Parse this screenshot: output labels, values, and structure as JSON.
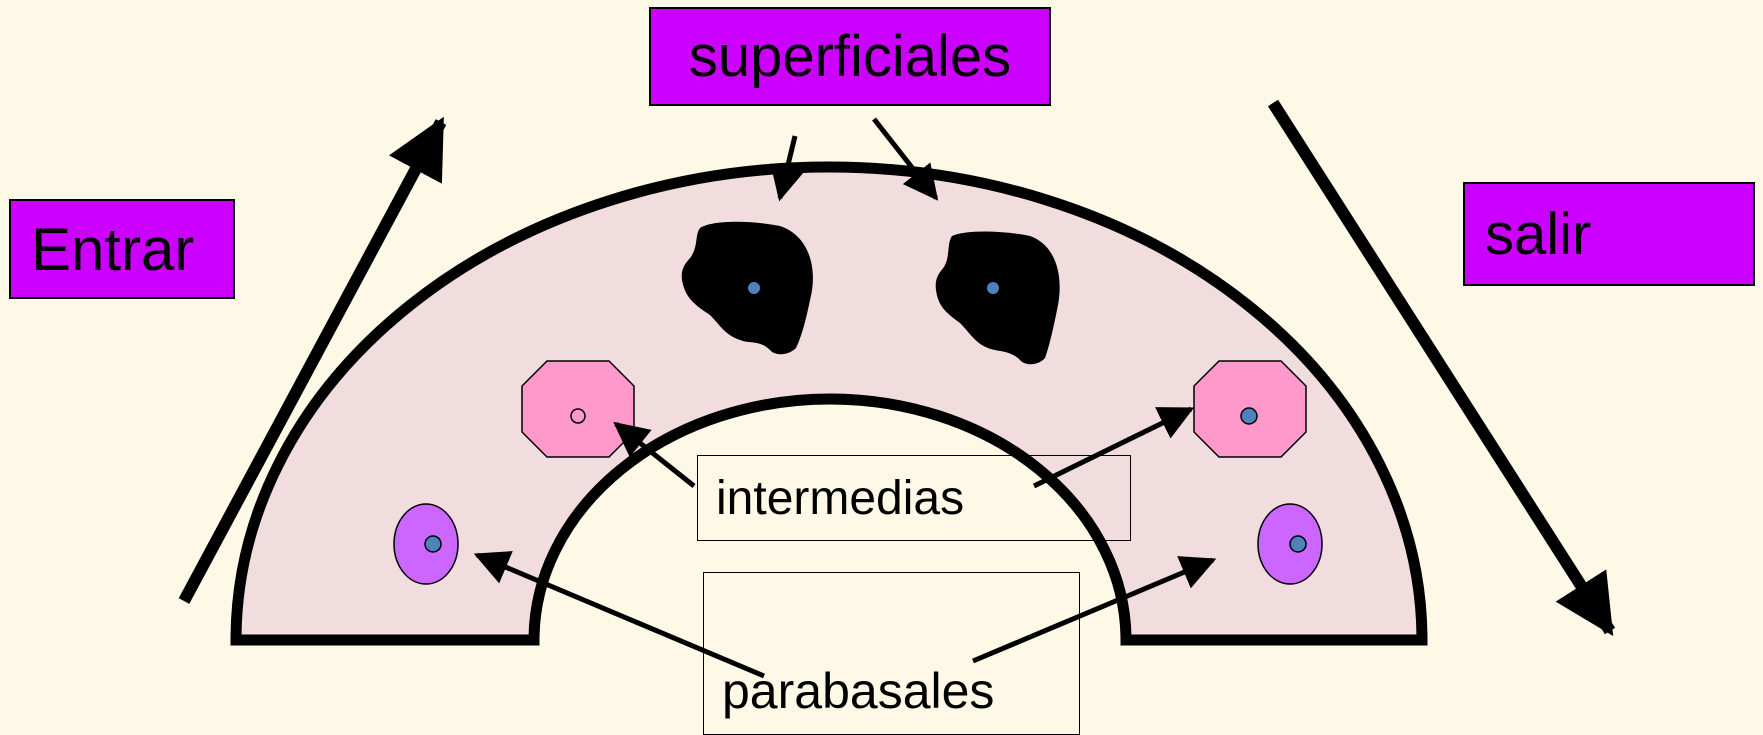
{
  "labels": {
    "superficiales": "superficiales",
    "entrar": "Entrar",
    "salir": "salir",
    "intermedias": "intermedias",
    "parabasales": "parabasales"
  },
  "colors": {
    "background": "#FDF9E6",
    "label_fill": "#CC00FF",
    "epithelium_fill": "#F1DDDD",
    "superficial_cell": "#000000",
    "intermediate_cell": "#FF99CC",
    "parabasal_cell": "#CC66FF",
    "nucleus": "#4F81BD"
  },
  "icons": {
    "superficial_cells": "black-irregular-cell",
    "intermediate_cells": "pink-octagon-cell",
    "parabasal_cells": "purple-oval-cell"
  }
}
